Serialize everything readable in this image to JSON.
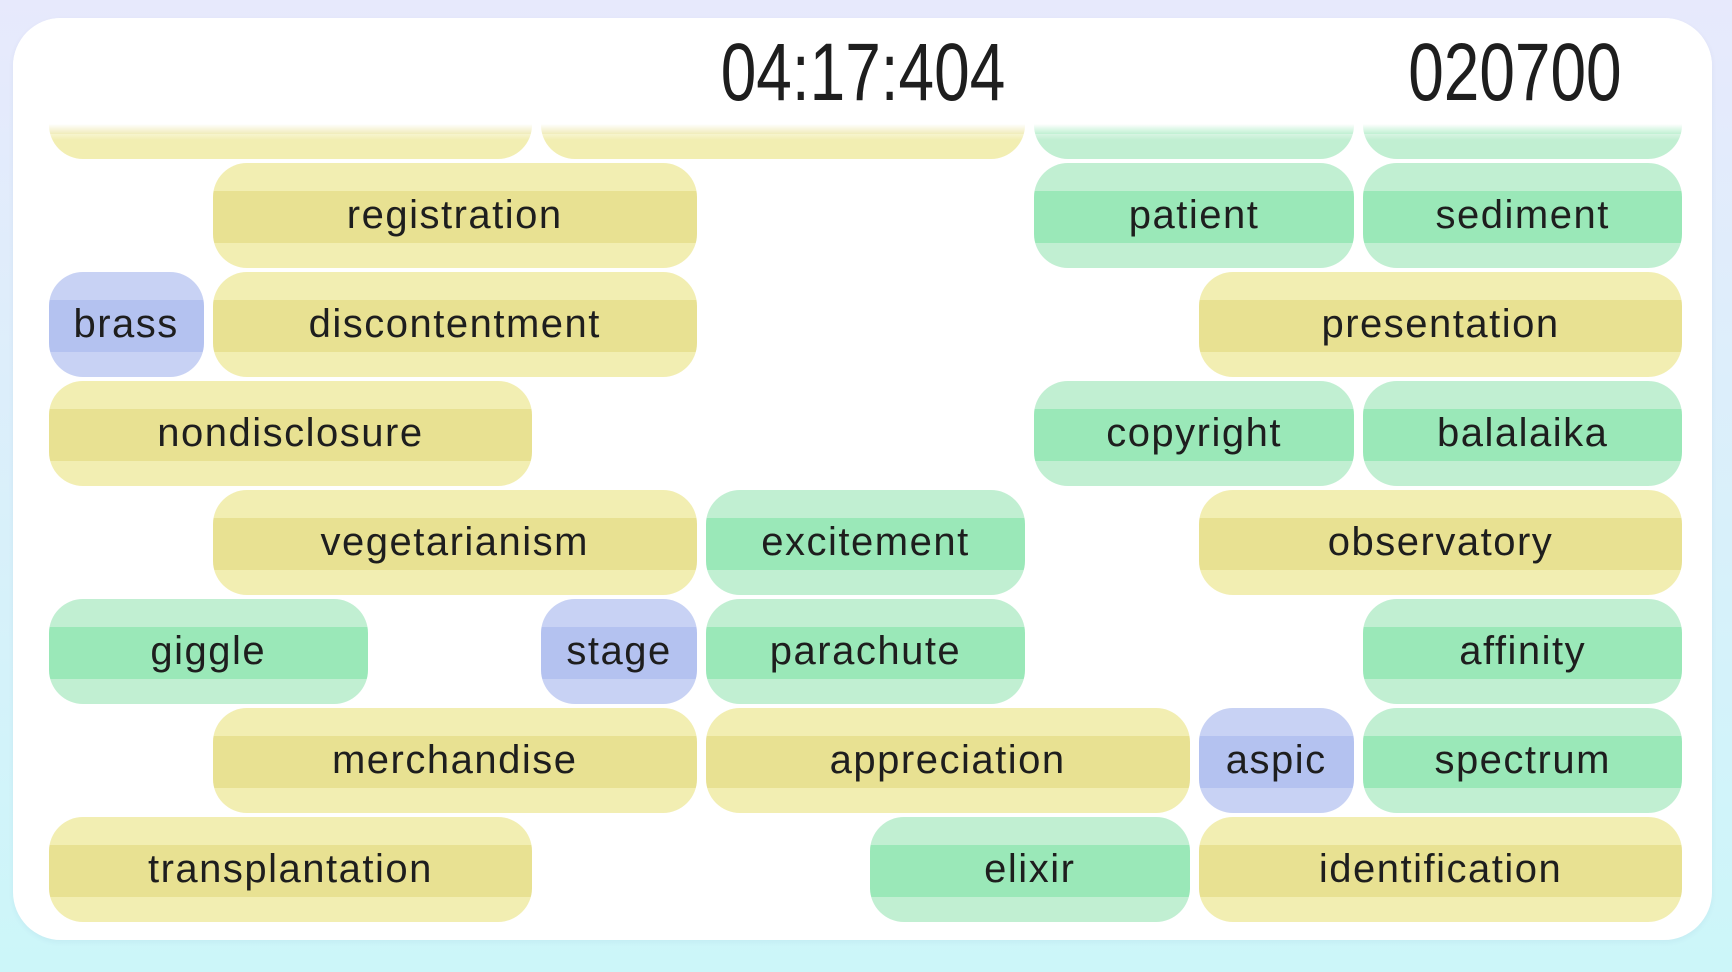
{
  "page": {
    "background_top": "#e7e9fc",
    "background_bottom": "#ccf6f9",
    "card_color": "#ffffff",
    "text_color": "#1e1e1e"
  },
  "header": {
    "timer": "04:17:404",
    "score": "020700"
  },
  "palette": {
    "yellow": {
      "light": "#f2eeb2",
      "dark": "#e8e192"
    },
    "green": {
      "light": "#c1efd2",
      "dark": "#9ae8b8"
    },
    "blue": {
      "light": "#c8d2f4",
      "dark": "#b4c2f0"
    }
  },
  "board": {
    "rows": [
      {
        "pills": [
          {
            "word": "",
            "color": "yellow",
            "col": 0,
            "span": 3
          },
          {
            "word": "",
            "color": "yellow",
            "col": 3,
            "span": 3
          },
          {
            "word": "",
            "color": "green",
            "col": 6,
            "span": 2
          },
          {
            "word": "",
            "color": "green",
            "col": 8,
            "span": 2
          }
        ]
      },
      {
        "pills": [
          {
            "word": "registration",
            "color": "yellow",
            "col": 1,
            "span": 3
          },
          {
            "word": "patient",
            "color": "green",
            "col": 6,
            "span": 2
          },
          {
            "word": "sediment",
            "color": "green",
            "col": 8,
            "span": 2
          }
        ]
      },
      {
        "pills": [
          {
            "word": "brass",
            "color": "blue",
            "col": 0,
            "span": 1
          },
          {
            "word": "discontentment",
            "color": "yellow",
            "col": 1,
            "span": 3
          },
          {
            "word": "presentation",
            "color": "yellow",
            "col": 7,
            "span": 3
          }
        ]
      },
      {
        "pills": [
          {
            "word": "nondisclosure",
            "color": "yellow",
            "col": 0,
            "span": 3
          },
          {
            "word": "copyright",
            "color": "green",
            "col": 6,
            "span": 2
          },
          {
            "word": "balalaika",
            "color": "green",
            "col": 8,
            "span": 2
          }
        ]
      },
      {
        "pills": [
          {
            "word": "vegetarianism",
            "color": "yellow",
            "col": 1,
            "span": 3
          },
          {
            "word": "excitement",
            "color": "green",
            "col": 4,
            "span": 2
          },
          {
            "word": "observatory",
            "color": "yellow",
            "col": 7,
            "span": 3
          }
        ]
      },
      {
        "pills": [
          {
            "word": "giggle",
            "color": "green",
            "col": 0,
            "span": 2
          },
          {
            "word": "stage",
            "color": "blue",
            "col": 3,
            "span": 1
          },
          {
            "word": "parachute",
            "color": "green",
            "col": 4,
            "span": 2
          },
          {
            "word": "affinity",
            "color": "green",
            "col": 8,
            "span": 2
          }
        ]
      },
      {
        "pills": [
          {
            "word": "merchandise",
            "color": "yellow",
            "col": 1,
            "span": 3
          },
          {
            "word": "appreciation",
            "color": "yellow",
            "col": 4,
            "span": 3
          },
          {
            "word": "aspic",
            "color": "blue",
            "col": 7,
            "span": 1
          },
          {
            "word": "spectrum",
            "color": "green",
            "col": 8,
            "span": 2
          }
        ]
      },
      {
        "pills": [
          {
            "word": "transplantation",
            "color": "yellow",
            "col": 0,
            "span": 3
          },
          {
            "word": "elixir",
            "color": "green",
            "col": 5,
            "span": 2
          },
          {
            "word": "identification",
            "color": "yellow",
            "col": 7,
            "span": 3
          }
        ]
      }
    ]
  }
}
